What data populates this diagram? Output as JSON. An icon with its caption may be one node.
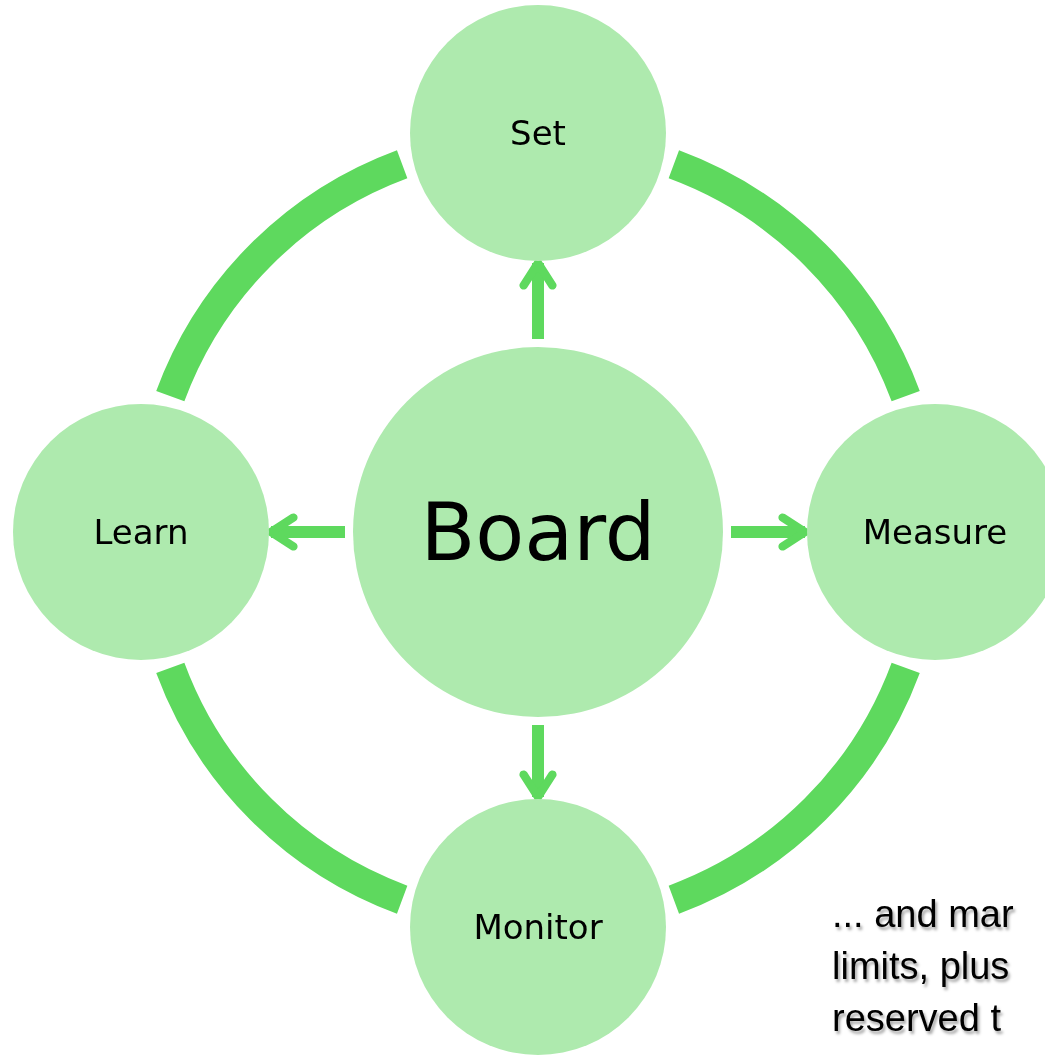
{
  "diagram": {
    "nodes": [
      {
        "text": [
          "Board"
        ]
      },
      {
        "text": [
          "Set"
        ]
      },
      {
        "text": [
          "Measure"
        ]
      },
      {
        "text": [
          "Monitor"
        ]
      },
      {
        "text": [
          "Learn"
        ]
      }
    ],
    "edges": [
      {
        "from": 0,
        "to": 1,
        "arrow": "to"
      },
      {
        "from": 0,
        "to": 2,
        "arrow": "to"
      },
      {
        "from": 0,
        "to": 3,
        "arrow": "to"
      },
      {
        "from": 0,
        "to": 4,
        "arrow": "to"
      },
      {
        "from": 1,
        "to": 2,
        "arrow": "none",
        "style": "thick"
      },
      {
        "from": 2,
        "to": 3,
        "arrow": "none",
        "style": "thick"
      },
      {
        "from": 3,
        "to": 4,
        "arrow": "none",
        "style": "thick"
      },
      {
        "from": 4,
        "to": 1,
        "arrow": "none",
        "style": "thick"
      }
    ],
    "labels": [
      "... and mar",
      "limits, plus",
      "reserved t"
    ]
  }
}
